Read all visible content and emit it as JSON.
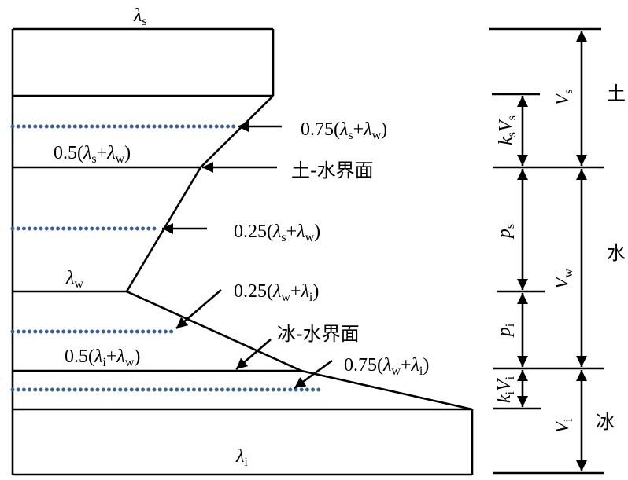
{
  "figure": {
    "top_label": {
      "sym": "λ",
      "sub": "s"
    },
    "bottom_label": {
      "sym": "λ",
      "sub": "i"
    },
    "water_label": {
      "sym": "λ",
      "sub": "w"
    },
    "dot_color": "#3d6094",
    "annotations": {
      "a075_sw": {
        "coef": "0.75(",
        "s1": "λ",
        "b1": "s",
        "plus": "+",
        "s2": "λ",
        "b2": "w",
        "close": ")"
      },
      "a05_sw": {
        "coef": "0.5(",
        "s1": "λ",
        "b1": "s",
        "plus": "+",
        "s2": "λ",
        "b2": "w",
        "close": ")"
      },
      "a025_sw": {
        "coef": "0.25(",
        "s1": "λ",
        "b1": "s",
        "plus": "+",
        "s2": "λ",
        "b2": "w",
        "close": ")"
      },
      "a025_wi": {
        "coef": "0.25(",
        "s1": "λ",
        "b1": "w",
        "plus": "+",
        "s2": "λ",
        "b2": "i",
        "close": ")"
      },
      "a05_iw": {
        "coef": "0.5(",
        "s1": "λ",
        "b1": "i",
        "plus": "+",
        "s2": "λ",
        "b2": "w",
        "close": ")"
      },
      "a075_wi": {
        "coef": "0.75(",
        "s1": "λ",
        "b1": "w",
        "plus": "+",
        "s2": "λ",
        "b2": "i",
        "close": ")"
      },
      "soil_water_interface": "土-水界面",
      "ice_water_interface": "冰-水界面"
    },
    "dimensions": {
      "ks_vs": {
        "k": "k",
        "ksub": "s",
        "v": "V",
        "vsub": "s"
      },
      "vs": {
        "v": "V",
        "vsub": "s"
      },
      "ps": {
        "p": "p",
        "psub": "s"
      },
      "vw": {
        "v": "V",
        "vsub": "w"
      },
      "pi": {
        "p": "p",
        "psub": "i"
      },
      "ki_vi": {
        "k": "k",
        "ksub": "i",
        "v": "V",
        "vsub": "i"
      },
      "vi": {
        "v": "V",
        "vsub": "i"
      }
    },
    "zones": {
      "soil": "土",
      "water": "水",
      "ice": "冰"
    }
  }
}
